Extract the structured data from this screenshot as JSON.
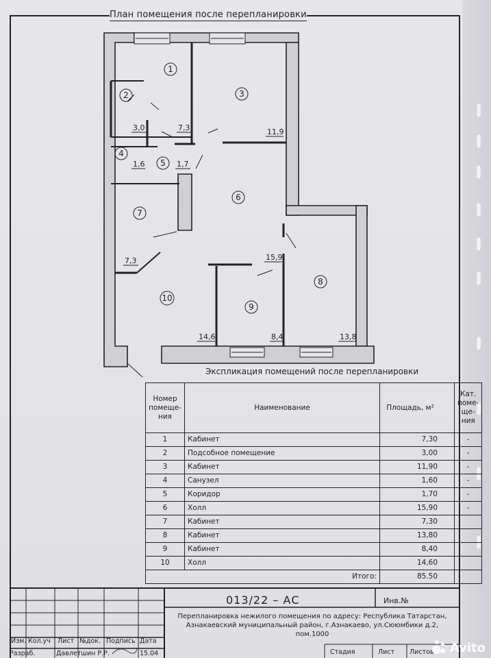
{
  "plan": {
    "title": "План помещения после перепланировки",
    "rooms": [
      {
        "num": "1",
        "area": "7,3"
      },
      {
        "num": "2",
        "area": "3,0"
      },
      {
        "num": "3",
        "area": "11,9"
      },
      {
        "num": "4",
        "area": "1,6"
      },
      {
        "num": "5",
        "area": "1,7"
      },
      {
        "num": "6",
        "area": "15,9"
      },
      {
        "num": "7",
        "area": "7,3"
      },
      {
        "num": "8",
        "area": "13,8"
      },
      {
        "num": "9",
        "area": "8,4"
      },
      {
        "num": "10",
        "area": "14,6"
      }
    ]
  },
  "explication": {
    "title": "Экспликация помещений после перепланировки",
    "headers": {
      "num": "Номер помеще- ния",
      "name": "Наименование",
      "area": "Площадь, м²",
      "cat": "Кат. поме- ще- ния"
    },
    "rows": [
      {
        "num": "1",
        "name": "Кабинет",
        "area": "7,30",
        "cat": "-"
      },
      {
        "num": "2",
        "name": "Подсобное помещение",
        "area": "3,00",
        "cat": "-"
      },
      {
        "num": "3",
        "name": "Кабинет",
        "area": "11,90",
        "cat": "-"
      },
      {
        "num": "4",
        "name": "Санузел",
        "area": "1,60",
        "cat": "-"
      },
      {
        "num": "5",
        "name": "Коридор",
        "area": "1,70",
        "cat": "-"
      },
      {
        "num": "6",
        "name": "Холл",
        "area": "15,90",
        "cat": "-"
      },
      {
        "num": "7",
        "name": "Кабинет",
        "area": "7,30",
        "cat": ""
      },
      {
        "num": "8",
        "name": "Кабинет",
        "area": "13,80",
        "cat": ""
      },
      {
        "num": "9",
        "name": "Кабинет",
        "area": "8,40",
        "cat": ""
      },
      {
        "num": "10",
        "name": "Холл",
        "area": "14,60",
        "cat": ""
      }
    ],
    "total_label": "Итого:",
    "total": "85.50"
  },
  "stamp": {
    "code": "013/22 – АС",
    "inv": "Инв.№",
    "description": "Перепланировка нежилого помещения по адресу: Республика Татарстан, Азнакаевский муниципальный район, г.Азнакаево, ул.Сююмбики д.2, пом.1000",
    "cols": [
      "Изм.",
      "Кол.уч",
      "Лист",
      "№док.",
      "Подпись",
      "Дата"
    ],
    "row2": [
      "Разраб.",
      "Давлетшин Р.Р.",
      "",
      "15.04"
    ],
    "stage": "Стадия",
    "sheet": "Лист",
    "sheets": "Листов"
  },
  "watermark": {
    "text": "Avito"
  }
}
